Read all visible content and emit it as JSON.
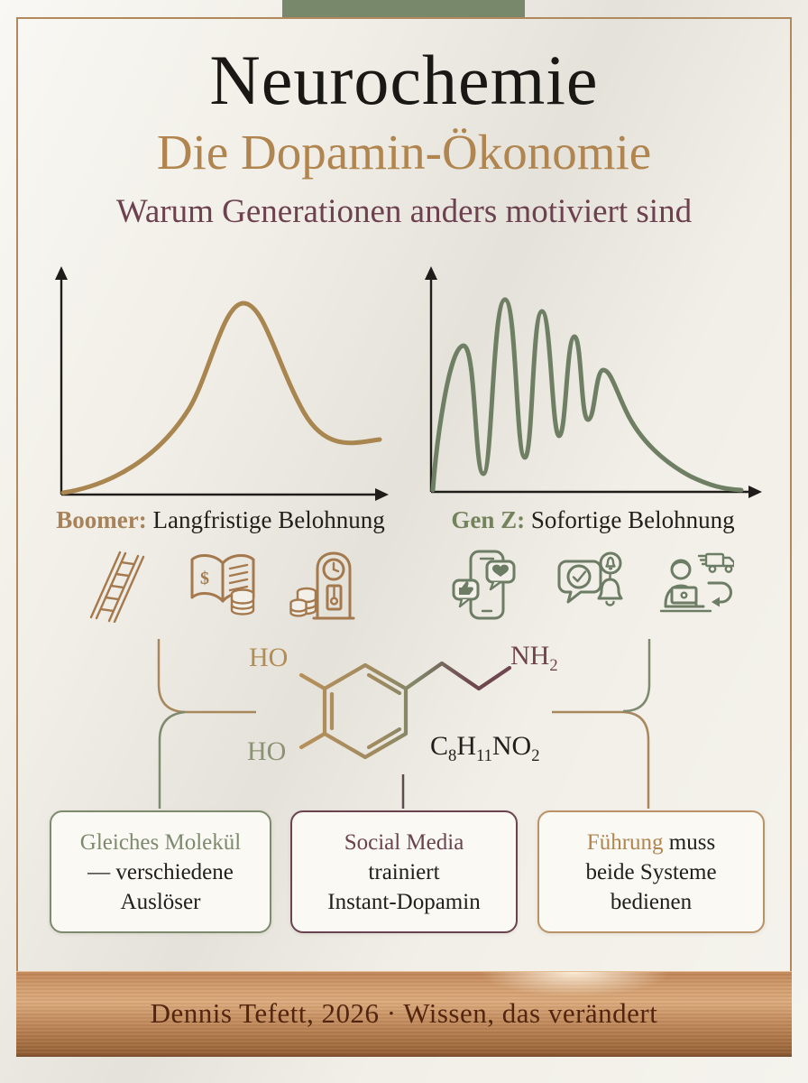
{
  "header": {
    "title": "Neurochemie",
    "subtitle": "Die Dopamin-Ökonomie",
    "tagline": "Warum Generationen anders motiviert sind"
  },
  "charts": {
    "boomer": {
      "label": "Boomer:",
      "caption": " Langfristige Belohnung"
    },
    "genz": {
      "label": "Gen Z:",
      "caption": " Sofortige Belohnung"
    }
  },
  "chart_data": [
    {
      "type": "line",
      "title": "Boomer: Langfristige Belohnung",
      "description": "Single smooth delayed-gratification dopamine curve: slow rise, one broad peak ~60% along x, gentle decay to elevated tail",
      "color": "#a9854f",
      "x_normalized": [
        0,
        0.1,
        0.2,
        0.3,
        0.4,
        0.5,
        0.57,
        0.65,
        0.75,
        0.85,
        0.93,
        1
      ],
      "y_normalized": [
        0,
        0.05,
        0.14,
        0.3,
        0.55,
        0.85,
        1.0,
        0.85,
        0.55,
        0.35,
        0.28,
        0.27
      ],
      "axes": "unlabeled x and y axes with arrowheads, no gridlines"
    },
    {
      "type": "line",
      "title": "Gen Z: Sofortige Belohnung",
      "description": "Five rapid dopamine spikes of decreasing height followed by decaying tail to baseline",
      "color": "#6f7f63",
      "x_normalized": [
        0,
        0.1,
        0.16,
        0.23,
        0.29,
        0.35,
        0.4,
        0.45,
        0.49,
        0.53,
        0.6,
        0.7,
        0.8,
        0.9,
        1
      ],
      "y_normalized": [
        0,
        0.78,
        0.1,
        1.0,
        0.18,
        0.95,
        0.29,
        0.82,
        0.38,
        0.64,
        0.45,
        0.23,
        0.1,
        0.03,
        0
      ],
      "axes": "unlabeled x and y axes with arrowheads, no gridlines"
    }
  ],
  "icons": {
    "boomer": [
      "career-ladder-icon",
      "savings-book-icon",
      "grandfather-clock-icon"
    ],
    "genz": [
      "phone-likes-icon",
      "notification-bell-icon",
      "instant-delivery-icon"
    ]
  },
  "molecule": {
    "name_hint": "dopamine structural formula",
    "ho_top": "HO",
    "ho_bottom": "HO",
    "amine": "NH",
    "amine_sub": "2",
    "formula": {
      "p1": "C",
      "s1": "8",
      "p2": "H",
      "s2": "11",
      "p3": "NO",
      "s3": "2"
    },
    "formula_text": "C8H11NO2"
  },
  "boxes": [
    {
      "line1_colored": "Gleiches Molekül",
      "line1_plain": "",
      "line2": "— verschiedene",
      "line3": "Auslöser",
      "accent": "#7d8a6e"
    },
    {
      "line1_colored": "Social Media",
      "line1_plain": "",
      "line2": "trainiert",
      "line3": "Instant-Dopamin",
      "accent": "#6b4350"
    },
    {
      "line1_colored": "Führung",
      "line1_plain": " muss",
      "line2": "beide Systeme",
      "line3": "bedienen",
      "accent": "#b99265"
    }
  ],
  "footer": {
    "text": "Dennis Tefett, 2026 · Wissen, das verändert"
  },
  "palette": {
    "copper": "#ac8a5f",
    "green": "#7d8a6e",
    "maroon": "#6b4350",
    "plum_tagline": "#6d4150",
    "ink": "#1c1b18",
    "background": "#f1efe7",
    "bronze_bar": "#c08b5c",
    "tab_green": "#77886b"
  }
}
